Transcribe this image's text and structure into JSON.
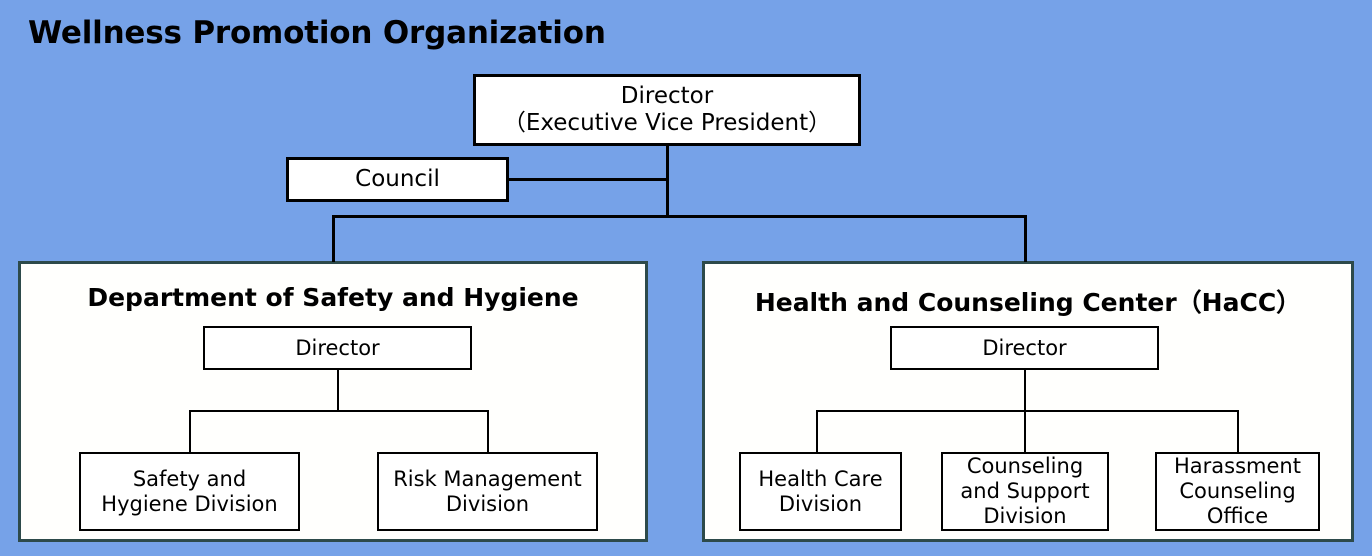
{
  "title": "Wellness Promotion Organization",
  "colors": {
    "background": "#76a2e8",
    "panel_fill": "#fffffd",
    "panel_border": "#2d4a4a",
    "node_fill": "#ffffff",
    "node_border": "#000000",
    "text": "#000000"
  },
  "top": {
    "director": "Director\n（Executive Vice President）",
    "council": "Council"
  },
  "panels": [
    {
      "id": "safety-hygiene",
      "title": "Department of Safety and Hygiene",
      "director": "Director",
      "units": [
        "Safety and\nHygiene Division",
        "Risk Management\nDivision"
      ]
    },
    {
      "id": "hacc",
      "title": "Health and Counseling Center（HaCC）",
      "director": "Director",
      "units": [
        "Health Care\nDivision",
        "Counseling\nand Support\nDivision",
        "Harassment\nCounseling\nOffice"
      ]
    }
  ]
}
